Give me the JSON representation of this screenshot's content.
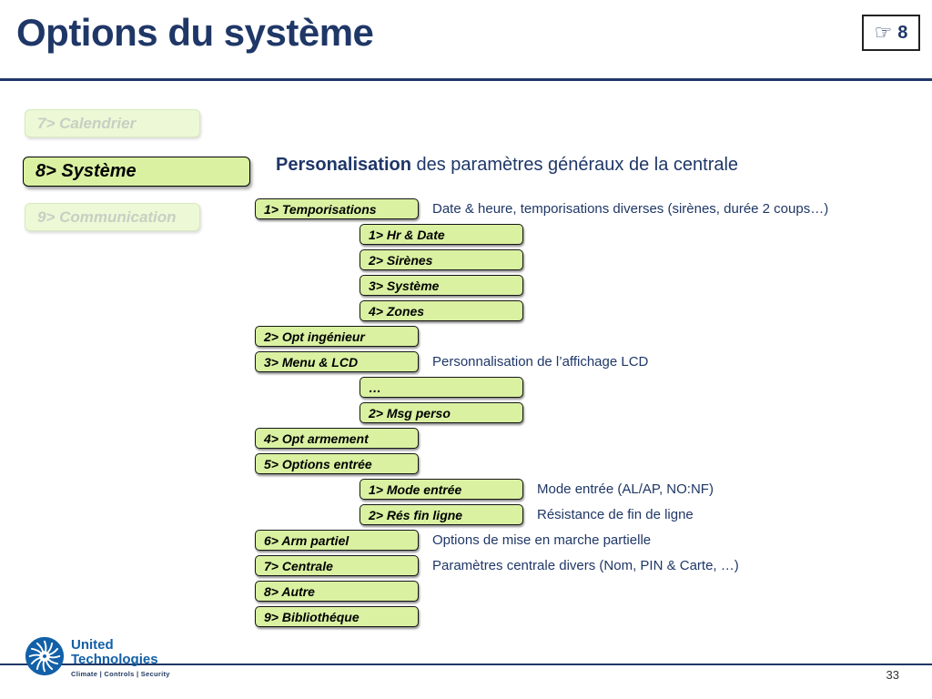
{
  "colors": {
    "navy": "#1f3767",
    "button_green": "#d9f1a1",
    "logo_blue": "#1260a8"
  },
  "slide": {
    "title": "Options du système",
    "page_number": "33"
  },
  "page_ref": {
    "icon": "☞",
    "number": "8"
  },
  "left_menu": {
    "items": [
      {
        "label": "7> Calendrier",
        "state": "inactive"
      },
      {
        "label": "8> Système",
        "state": "active"
      },
      {
        "label": "9> Communication",
        "state": "inactive"
      }
    ]
  },
  "subtitle": {
    "bold": "Personalisation",
    "rest": " des paramètres généraux de la centrale"
  },
  "tree": [
    {
      "label": "1> Temporisations",
      "level": 1,
      "desc": "Date & heure, temporisations diverses (sirènes, durée 2 coups…)"
    },
    {
      "label": "1> Hr & Date",
      "level": 2,
      "desc": ""
    },
    {
      "label": "2> Sirènes",
      "level": 2,
      "desc": ""
    },
    {
      "label": "3> Système",
      "level": 2,
      "desc": ""
    },
    {
      "label": "4> Zones",
      "level": 2,
      "desc": ""
    },
    {
      "label": "2> Opt ingénieur",
      "level": 1,
      "desc": ""
    },
    {
      "label": "3> Menu & LCD",
      "level": 1,
      "desc": "Personnalisation de l’affichage LCD"
    },
    {
      "label": "…",
      "level": 2,
      "desc": ""
    },
    {
      "label": "2> Msg perso",
      "level": 2,
      "desc": ""
    },
    {
      "label": "4> Opt armement",
      "level": 1,
      "desc": ""
    },
    {
      "label": "5> Options entrée",
      "level": 1,
      "desc": ""
    },
    {
      "label": "1> Mode entrée",
      "level": 2,
      "desc": "Mode entrée (AL/AP, NO:NF)"
    },
    {
      "label": "2> Rés fin ligne",
      "level": 2,
      "desc": "Résistance de fin de ligne"
    },
    {
      "label": "6> Arm partiel",
      "level": 1,
      "desc": "Options de mise en marche partielle"
    },
    {
      "label": "7> Centrale",
      "level": 1,
      "desc": "Paramètres centrale divers (Nom, PIN & Carte, …)"
    },
    {
      "label": "8> Autre",
      "level": 1,
      "desc": ""
    },
    {
      "label": "9> Bibliothéque",
      "level": 1,
      "desc": ""
    }
  ],
  "footer": {
    "logo_line1": "United",
    "logo_line2": "Technologies",
    "tagline": "Climate  |  Controls  |  Security"
  }
}
